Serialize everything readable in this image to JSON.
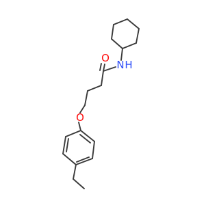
{
  "molecule": {
    "labels": {
      "nitrogen": "N",
      "hydrogen": "H",
      "carbonyl_oxygen": "O",
      "ether_oxygen": "O"
    },
    "colors": {
      "bond": "#3a3a3a",
      "nitrogen": "#3050f8",
      "oxygen": "#ff0d0d"
    }
  }
}
